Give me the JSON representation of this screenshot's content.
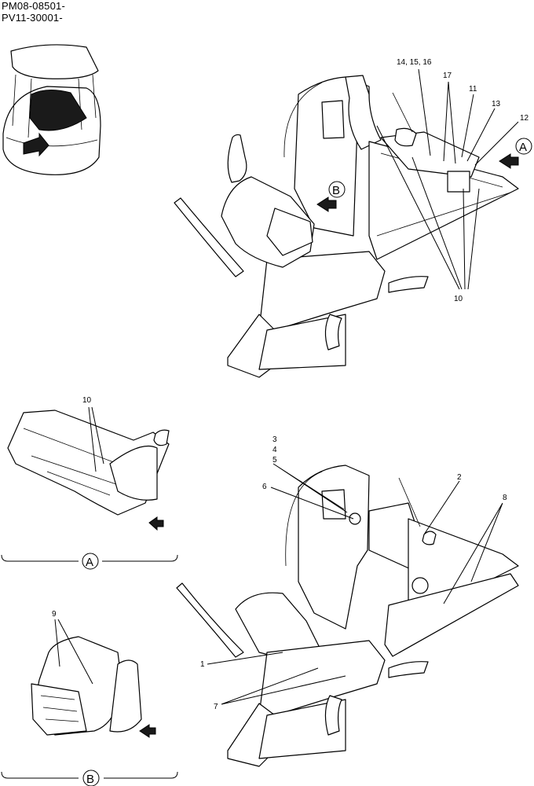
{
  "header": {
    "line1": "PM08-08501-",
    "line2": "PV11-30001-"
  },
  "callouts": {
    "c14_15_16": "14, 15, 16",
    "c17": "17",
    "c11": "11",
    "c13": "13",
    "c12": "12",
    "c10_top": "10",
    "c10_detail": "10",
    "c3": "3",
    "c4": "4",
    "c5": "5",
    "c6": "6",
    "c2": "2",
    "c8": "8",
    "c1": "1",
    "c7": "7",
    "c9": "9"
  },
  "views": {
    "A": "A",
    "B": "B"
  },
  "icons": {
    "view_arrow": "filled-arrow-icon",
    "view_marker": "circled-letter-icon"
  }
}
